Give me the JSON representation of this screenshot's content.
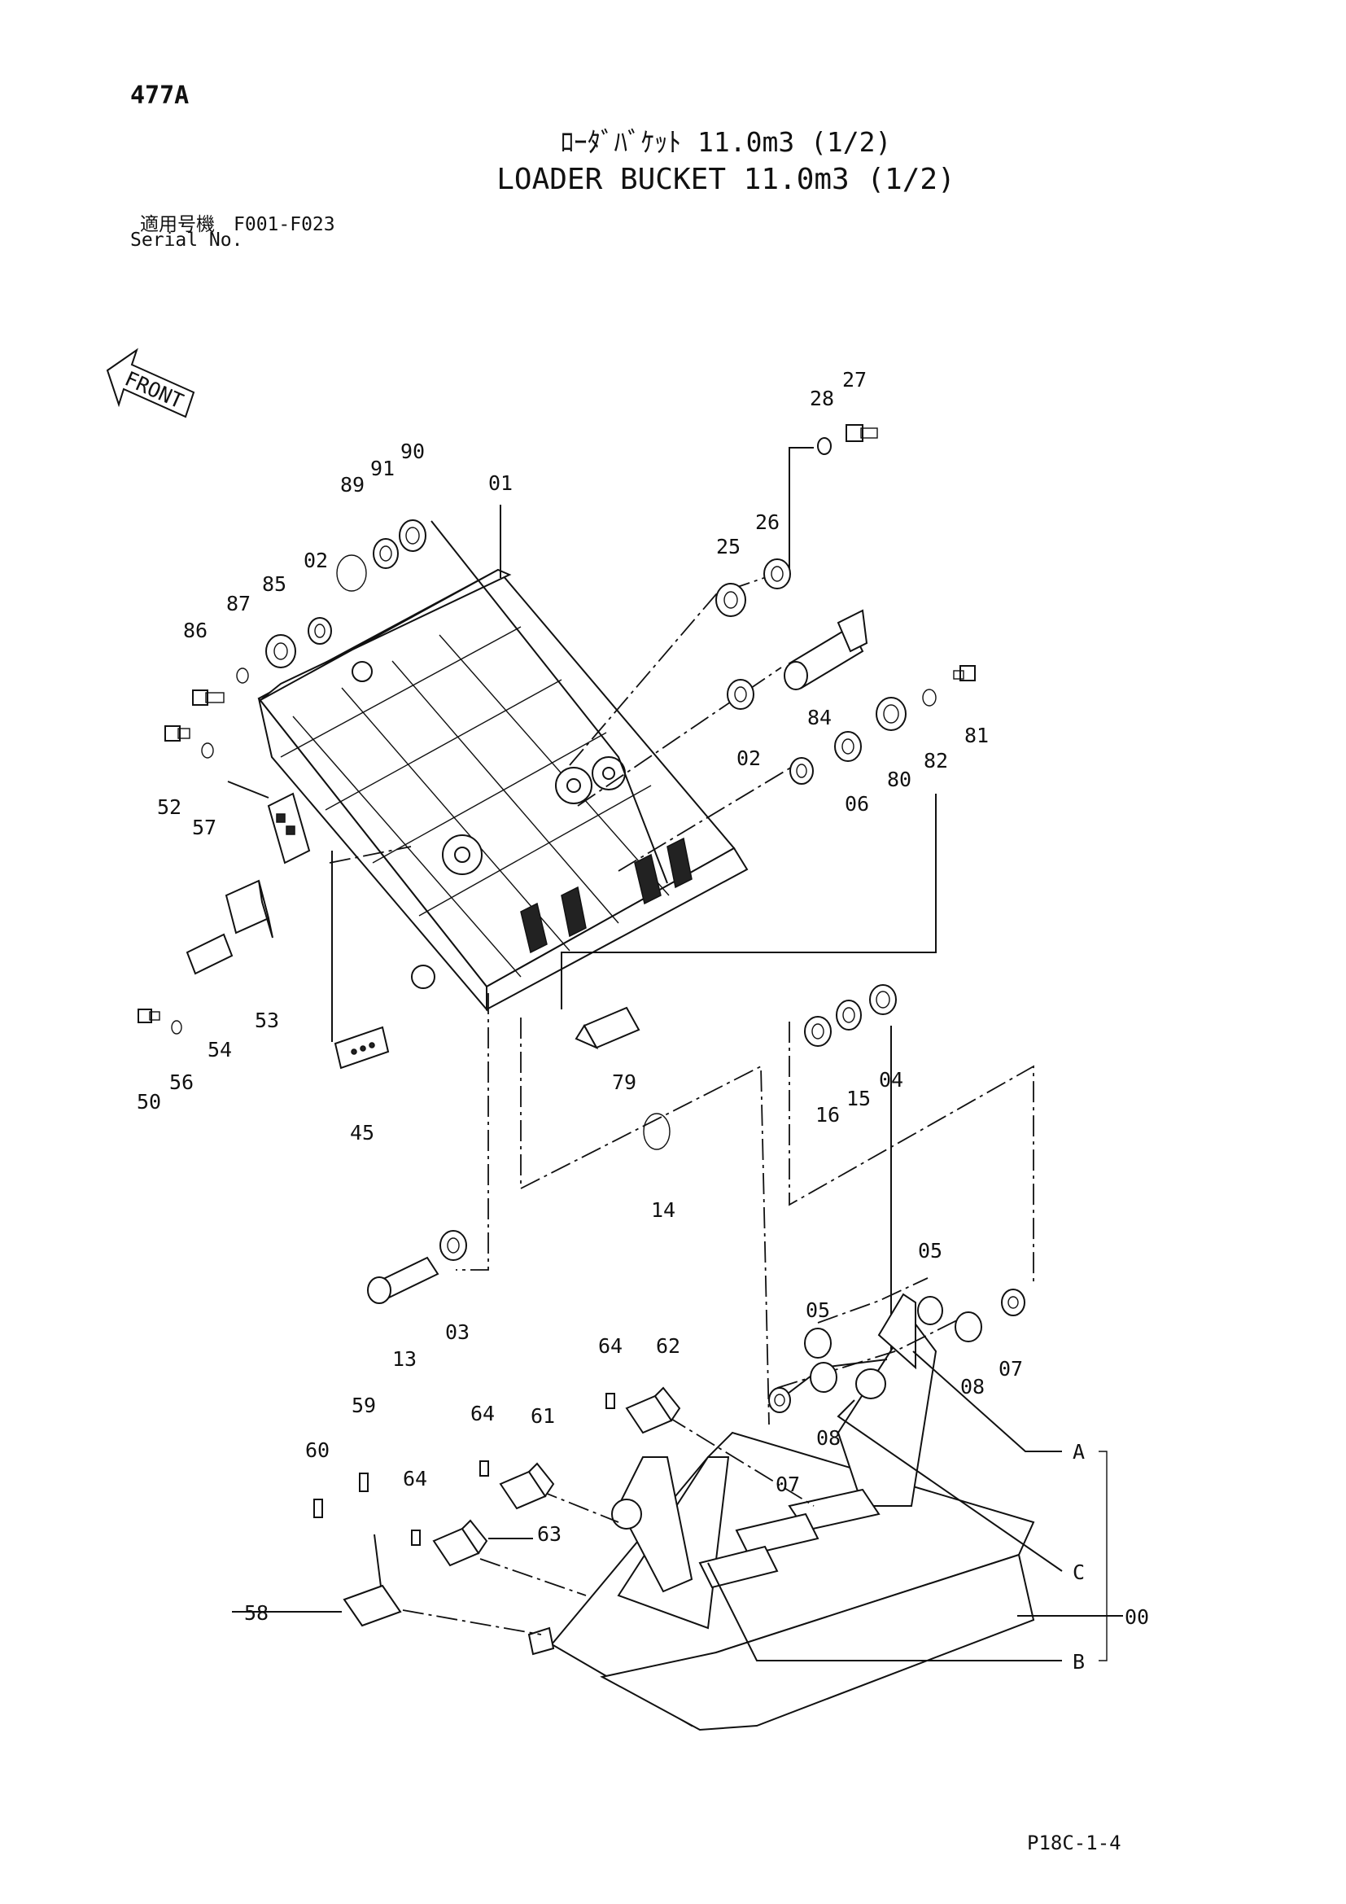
{
  "header": {
    "page_code": "477A",
    "title_jp": "ﾛｰﾀﾞﾊﾞｹｯﾄ 11.0m3 (1/2)",
    "title_en": "LOADER BUCKET 11.0m3 (1/2)",
    "serial_label_jp": "適用号機　F001-F023",
    "serial_label_en": "Serial No."
  },
  "diagram": {
    "front_label": "FRONT",
    "callouts": [
      "27",
      "28",
      "26",
      "25",
      "84",
      "02",
      "06",
      "80",
      "82",
      "81",
      "90",
      "91",
      "89",
      "01",
      "02",
      "85",
      "87",
      "86",
      "52",
      "57",
      "53",
      "54",
      "50",
      "56",
      "45",
      "79",
      "14",
      "16",
      "15",
      "04",
      "03",
      "13",
      "05",
      "05",
      "07",
      "08",
      "08",
      "07",
      "62",
      "64",
      "61",
      "64",
      "64",
      "63",
      "60",
      "59",
      "58",
      "00"
    ],
    "group_labels": [
      "A",
      "C",
      "B"
    ]
  },
  "footer": {
    "page_code": "P18C-1-4"
  }
}
